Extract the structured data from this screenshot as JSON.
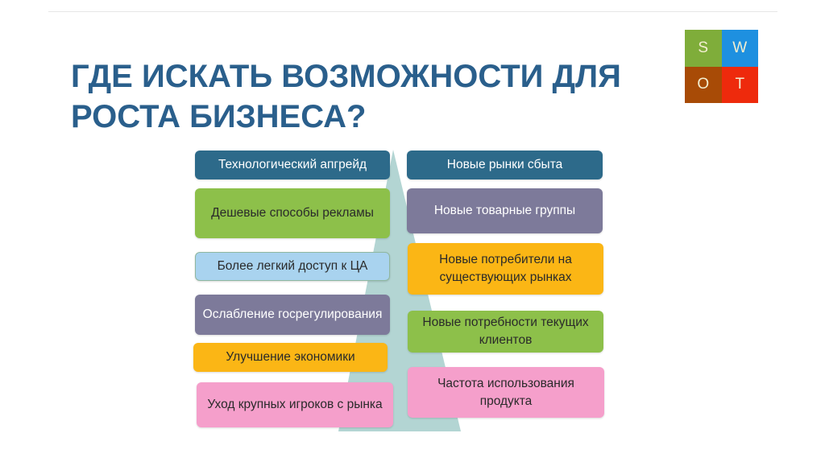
{
  "title": [
    "ГДЕ ИСКАТЬ ВОЗМОЖНОСТИ ДЛЯ",
    "РОСТА БИЗНЕСА?"
  ],
  "swot": {
    "s": "S",
    "w": "W",
    "o": "O",
    "t": "T"
  },
  "left": [
    "Технологический апгрейд",
    "Дешевые способы рекламы",
    "Более легкий доступ к ЦА",
    "Ослабление госрегулирования",
    "Улучшение экономики",
    "Уход крупных игроков с рынка"
  ],
  "right": [
    "Новые рынки сбыта",
    "Новые товарные группы",
    "Новые потребители на существующих рынках",
    "Новые потребности текущих клиентов",
    "Частота использования продукта"
  ],
  "colors": {
    "title": "#2a5f8c",
    "teal": "#2d6a8a",
    "green": "#8dc04a",
    "blue": "#a9d3ef",
    "purple": "#7d7a9a",
    "orange": "#fbb615",
    "pink": "#f59fcb",
    "triangle": "#b3d5d3"
  }
}
